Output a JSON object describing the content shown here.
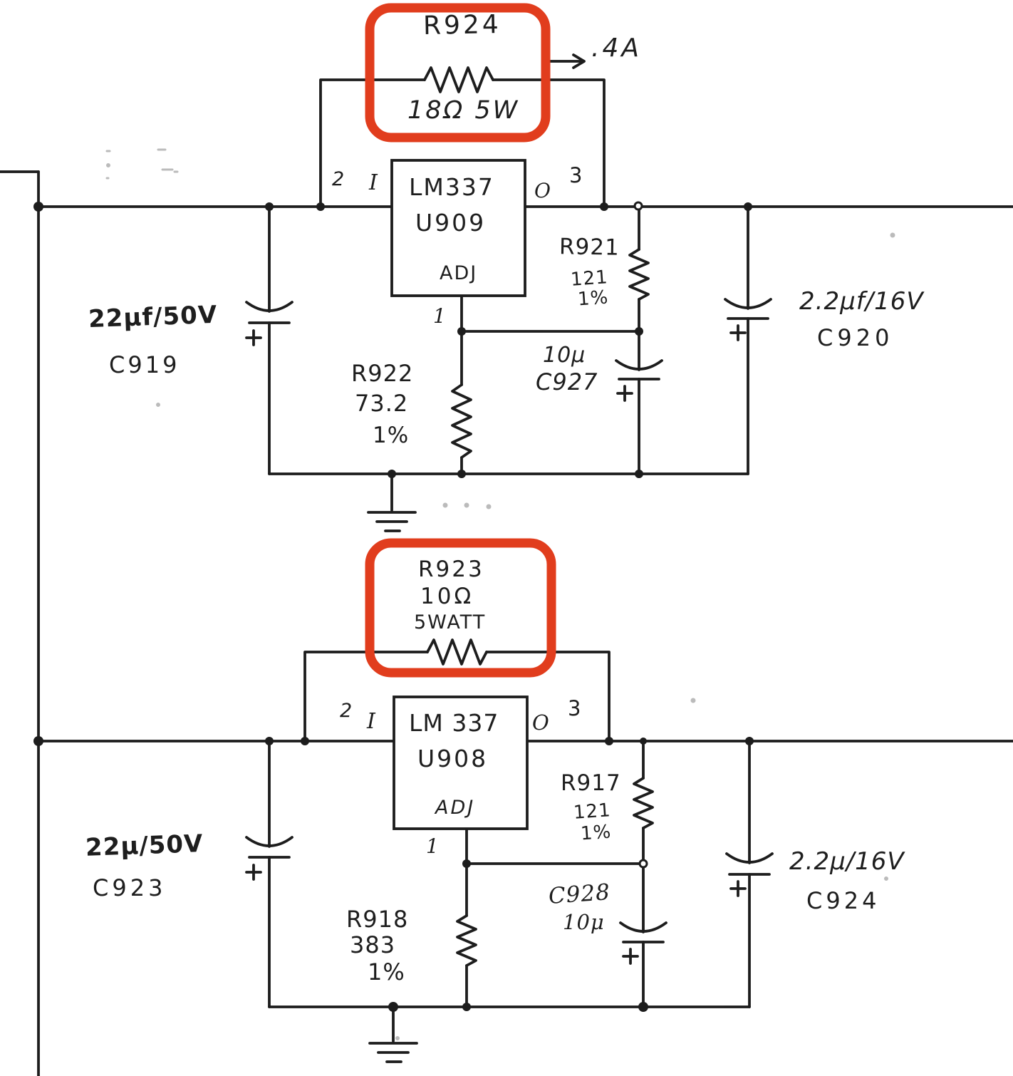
{
  "highlight_color": "#e13d1d",
  "ink_color": "#1d1d1d",
  "annotations": {
    "output_current": ".4A"
  },
  "regulator_top": {
    "part": "LM337",
    "ref": "U909",
    "pins": {
      "in_number": "2",
      "in_letter": "I",
      "out_letter": "O",
      "out_number": "3",
      "adj": "ADJ",
      "adj_number": "1"
    }
  },
  "regulator_bottom": {
    "part": "LM 337",
    "ref": "U908",
    "pins": {
      "in_number": "2",
      "in_letter": "I",
      "out_letter": "O",
      "out_number": "3",
      "adj": "ADJ",
      "adj_number": "1"
    }
  },
  "resistors": {
    "r924": {
      "ref": "R924",
      "value": "18Ω 5W"
    },
    "r923": {
      "ref": "R923",
      "value": "10Ω",
      "power": "5WATT"
    },
    "r921": {
      "ref": "R921",
      "value": "121",
      "tolerance": "1%"
    },
    "r922": {
      "ref": "R922",
      "value": "73.2",
      "tolerance": "1%"
    },
    "r917": {
      "ref": "R917",
      "value": "121",
      "tolerance": "1%"
    },
    "r918": {
      "ref": "R918",
      "value": "383",
      "tolerance": "1%"
    }
  },
  "capacitors": {
    "c919": {
      "value": "22μf/50V",
      "ref": "C919"
    },
    "c920": {
      "value": "2.2μf/16V",
      "ref": "C920"
    },
    "c927": {
      "value": "10μ",
      "ref": "C927"
    },
    "c923": {
      "value": "22μ/50V",
      "ref": "C923"
    },
    "c924": {
      "value": "2.2μ/16V",
      "ref": "C924"
    },
    "c928": {
      "ref": "C928",
      "value": "10μ"
    }
  }
}
